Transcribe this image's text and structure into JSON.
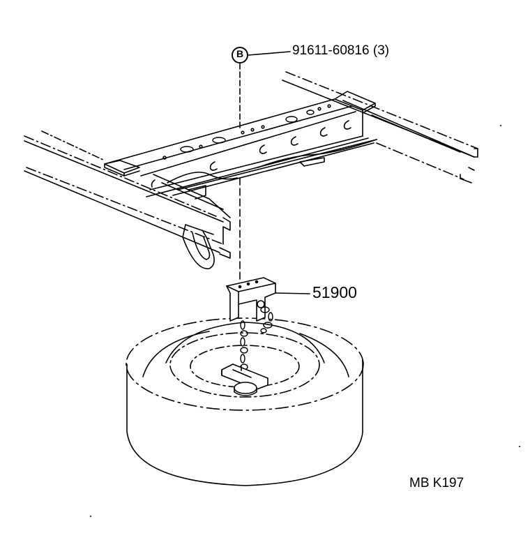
{
  "callouts": {
    "ref_letter": "B",
    "bolt_part": "91611-60816 (3)",
    "bracket_part": "51900"
  },
  "diagram_code": "MB  K197",
  "colors": {
    "ink": "#000000",
    "paper": "#ffffff"
  }
}
